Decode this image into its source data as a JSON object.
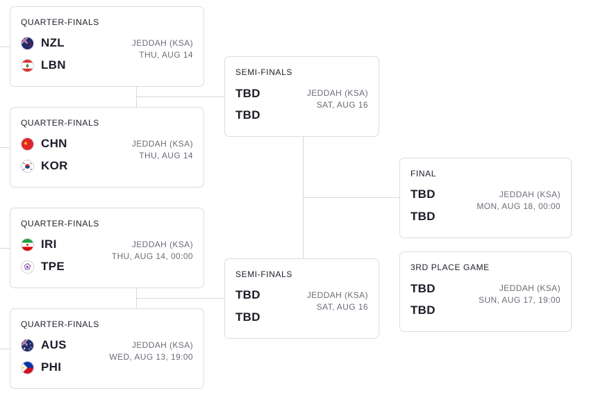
{
  "bracket": {
    "quarterfinals": [
      {
        "round": "QUARTER-FINALS",
        "team1": {
          "code": "NZL",
          "flag": "nz-flag-icon"
        },
        "team2": {
          "code": "LBN",
          "flag": "lb-flag-icon"
        },
        "venue": "JEDDAH (KSA)",
        "date": "THU, AUG 14"
      },
      {
        "round": "QUARTER-FINALS",
        "team1": {
          "code": "CHN",
          "flag": "cn-flag-icon"
        },
        "team2": {
          "code": "KOR",
          "flag": "kr-flag-icon"
        },
        "venue": "JEDDAH (KSA)",
        "date": "THU, AUG 14"
      },
      {
        "round": "QUARTER-FINALS",
        "team1": {
          "code": "IRI",
          "flag": "ir-flag-icon"
        },
        "team2": {
          "code": "TPE",
          "flag": "tpe-flag-icon"
        },
        "venue": "JEDDAH (KSA)",
        "date": "THU, AUG 14, 00:00"
      },
      {
        "round": "QUARTER-FINALS",
        "team1": {
          "code": "AUS",
          "flag": "au-flag-icon"
        },
        "team2": {
          "code": "PHI",
          "flag": "ph-flag-icon"
        },
        "venue": "JEDDAH (KSA)",
        "date": "WED, AUG 13, 19:00"
      }
    ],
    "semifinals": [
      {
        "round": "SEMI-FINALS",
        "team1": {
          "code": "TBD"
        },
        "team2": {
          "code": "TBD"
        },
        "venue": "JEDDAH (KSA)",
        "date": "SAT, AUG 16"
      },
      {
        "round": "SEMI-FINALS",
        "team1": {
          "code": "TBD"
        },
        "team2": {
          "code": "TBD"
        },
        "venue": "JEDDAH (KSA)",
        "date": "SAT, AUG 16"
      }
    ],
    "final": {
      "round": "FINAL",
      "team1": {
        "code": "TBD"
      },
      "team2": {
        "code": "TBD"
      },
      "venue": "JEDDAH (KSA)",
      "date": "MON, AUG 18, 00:00"
    },
    "third_place": {
      "round": "3RD PLACE GAME",
      "team1": {
        "code": "TBD"
      },
      "team2": {
        "code": "TBD"
      },
      "venue": "JEDDAH (KSA)",
      "date": "SUN, AUG 17, 19:00"
    }
  },
  "colors": {
    "connector": "#d6d6dd",
    "card_border": "#dcdce3",
    "text": "#1c1c28",
    "muted": "#6b6b78"
  }
}
